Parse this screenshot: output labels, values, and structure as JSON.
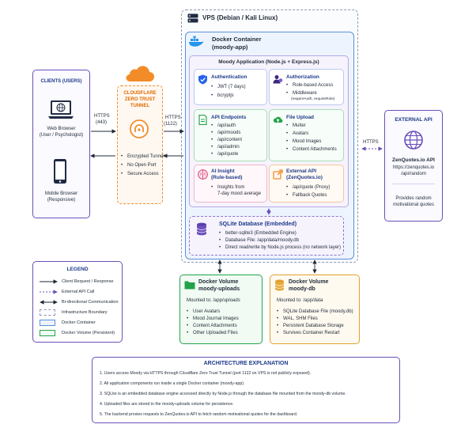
{
  "clients": {
    "title": "CLIENTS (USERS)",
    "web_label": "Web Browser",
    "web_sub": "(User / Psychologist)",
    "mobile_label": "Mobile Browser",
    "mobile_sub": "(Responsive)"
  },
  "https_443": [
    "HTTPS",
    "(443)"
  ],
  "cloudflare": {
    "title": [
      "CLOUDFLARE",
      "ZERO TRUST",
      "TUNNEL"
    ],
    "features": [
      "Encrypted Tunnel",
      "No Open Port",
      "Secure Access"
    ]
  },
  "https_1122": [
    "HTTPS",
    "(1122)"
  ],
  "vps": {
    "title": "VPS (Debian / Kali Linux)"
  },
  "docker": {
    "title": "Docker Container",
    "subtitle": "(moody-app)"
  },
  "app": {
    "title": "Moody Application (Node.js + Express.js)"
  },
  "modules": [
    {
      "title": [
        "Authentication"
      ],
      "items": [
        "JWT (7 days)",
        "bcryptjs"
      ]
    },
    {
      "title": [
        "Authorization"
      ],
      "items": [
        "Role-based Access",
        "Middleware",
        "(requireAuth, requireRole)"
      ]
    },
    {
      "title": [
        "API Endpoints"
      ],
      "items": [
        "/api/auth",
        "/api/moods",
        "/api/content",
        "/api/admin",
        "/api/quote"
      ]
    },
    {
      "title": [
        "File Upload"
      ],
      "items": [
        "Multer",
        "Avatars",
        "Mood Images",
        "Content Attachments"
      ]
    },
    {
      "title": [
        "AI Insight",
        "(Rule-based)"
      ],
      "items": [
        "Insights from",
        "7-day mood average"
      ]
    },
    {
      "title": [
        "External API",
        "(ZenQuotes.io)"
      ],
      "items": [
        "/api/quote (Proxy)",
        "Fallback Quotes"
      ]
    }
  ],
  "sqlite": {
    "title": "SQLite Database (Embedded)",
    "items": [
      "better-sqlite3 (Embedded Engine)",
      "Database File: /app/data/moody.db",
      "Direct read/write by Node.js process (no network layer)"
    ]
  },
  "external_api": {
    "title": "EXTERNAL API",
    "name": "ZenQuotes.io API",
    "url": [
      "https://zenquotes.io",
      "/api/random"
    ],
    "desc": [
      "Provides random",
      "motivational quotes"
    ]
  },
  "https_ext": "HTTPS",
  "vol_uploads": {
    "title": [
      "Docker Volume",
      "moody-uploads"
    ],
    "mount": "Mounted to: /app/uploads",
    "items": [
      "User Avatars",
      "Mood Journal Images",
      "Content Attachments",
      "Other Uploaded Files"
    ]
  },
  "vol_db": {
    "title": [
      "Docker Volume",
      "moody-db"
    ],
    "mount": "Mounted to: /app/data",
    "items": [
      "SQLite Database File (moody.db)",
      "WAL, SHM Files",
      "Persistent Database Storage",
      "Survives Container Restart"
    ]
  },
  "legend": {
    "title": "LEGEND",
    "items": [
      "Client Request / Response",
      "External API Call",
      "Bi-directional Communication",
      "Infrastructure Boundary",
      "Docker Container",
      "Docker Volume (Persistent)"
    ]
  },
  "explanation": {
    "title": "ARCHITECTURE EXPLANATION",
    "items": [
      "1. Users access Moody via HTTPS through Cloudflare Zero Trust Tunnel (port 1122 on VPS is not publicly exposed).",
      "2. All application components run inside a single Docker container (moody-app).",
      "3. SQLite is an embedded database engine accessed directly by Node.js through the database file mounted from the moody-db volume.",
      "4. Uploaded files are stored in the moody-uploads volume for persistence.",
      "5. The backend proxies requests to ZenQuotes.io API to fetch random motivational quotes for the dashboard."
    ]
  },
  "colors": {
    "navy": "#1e3a8a",
    "purple": "#6b4fbb",
    "orange": "#f28c28",
    "docker_blue": "#3b82f6",
    "green": "#22a34a",
    "amber": "#e0a030"
  }
}
